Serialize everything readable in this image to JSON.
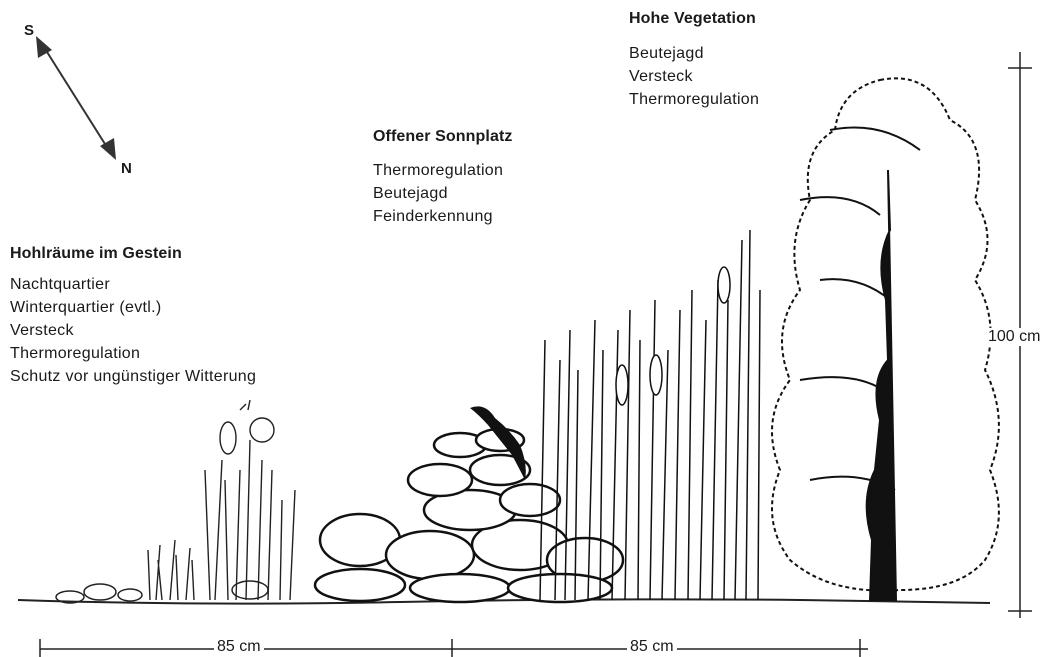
{
  "compass": {
    "south": "S",
    "north": "N"
  },
  "zones": [
    {
      "heading": "Hohlräume im Gestein",
      "items": [
        "Nachtquartier",
        "Winterquartier (evtl.)",
        "Versteck",
        "Thermoregulation",
        "Schutz vor ungünstiger Witterung"
      ]
    },
    {
      "heading": "Offener Sonnplatz",
      "items": [
        "Thermoregulation",
        "Beutejagd",
        "Feinderkennung"
      ]
    },
    {
      "heading": "Hohe Vegetation",
      "items": [
        "Beutejagd",
        "Versteck",
        "Thermoregulation"
      ]
    }
  ],
  "dimensions": {
    "width_left": "85 cm",
    "width_right": "85 cm",
    "height": "100 cm"
  }
}
